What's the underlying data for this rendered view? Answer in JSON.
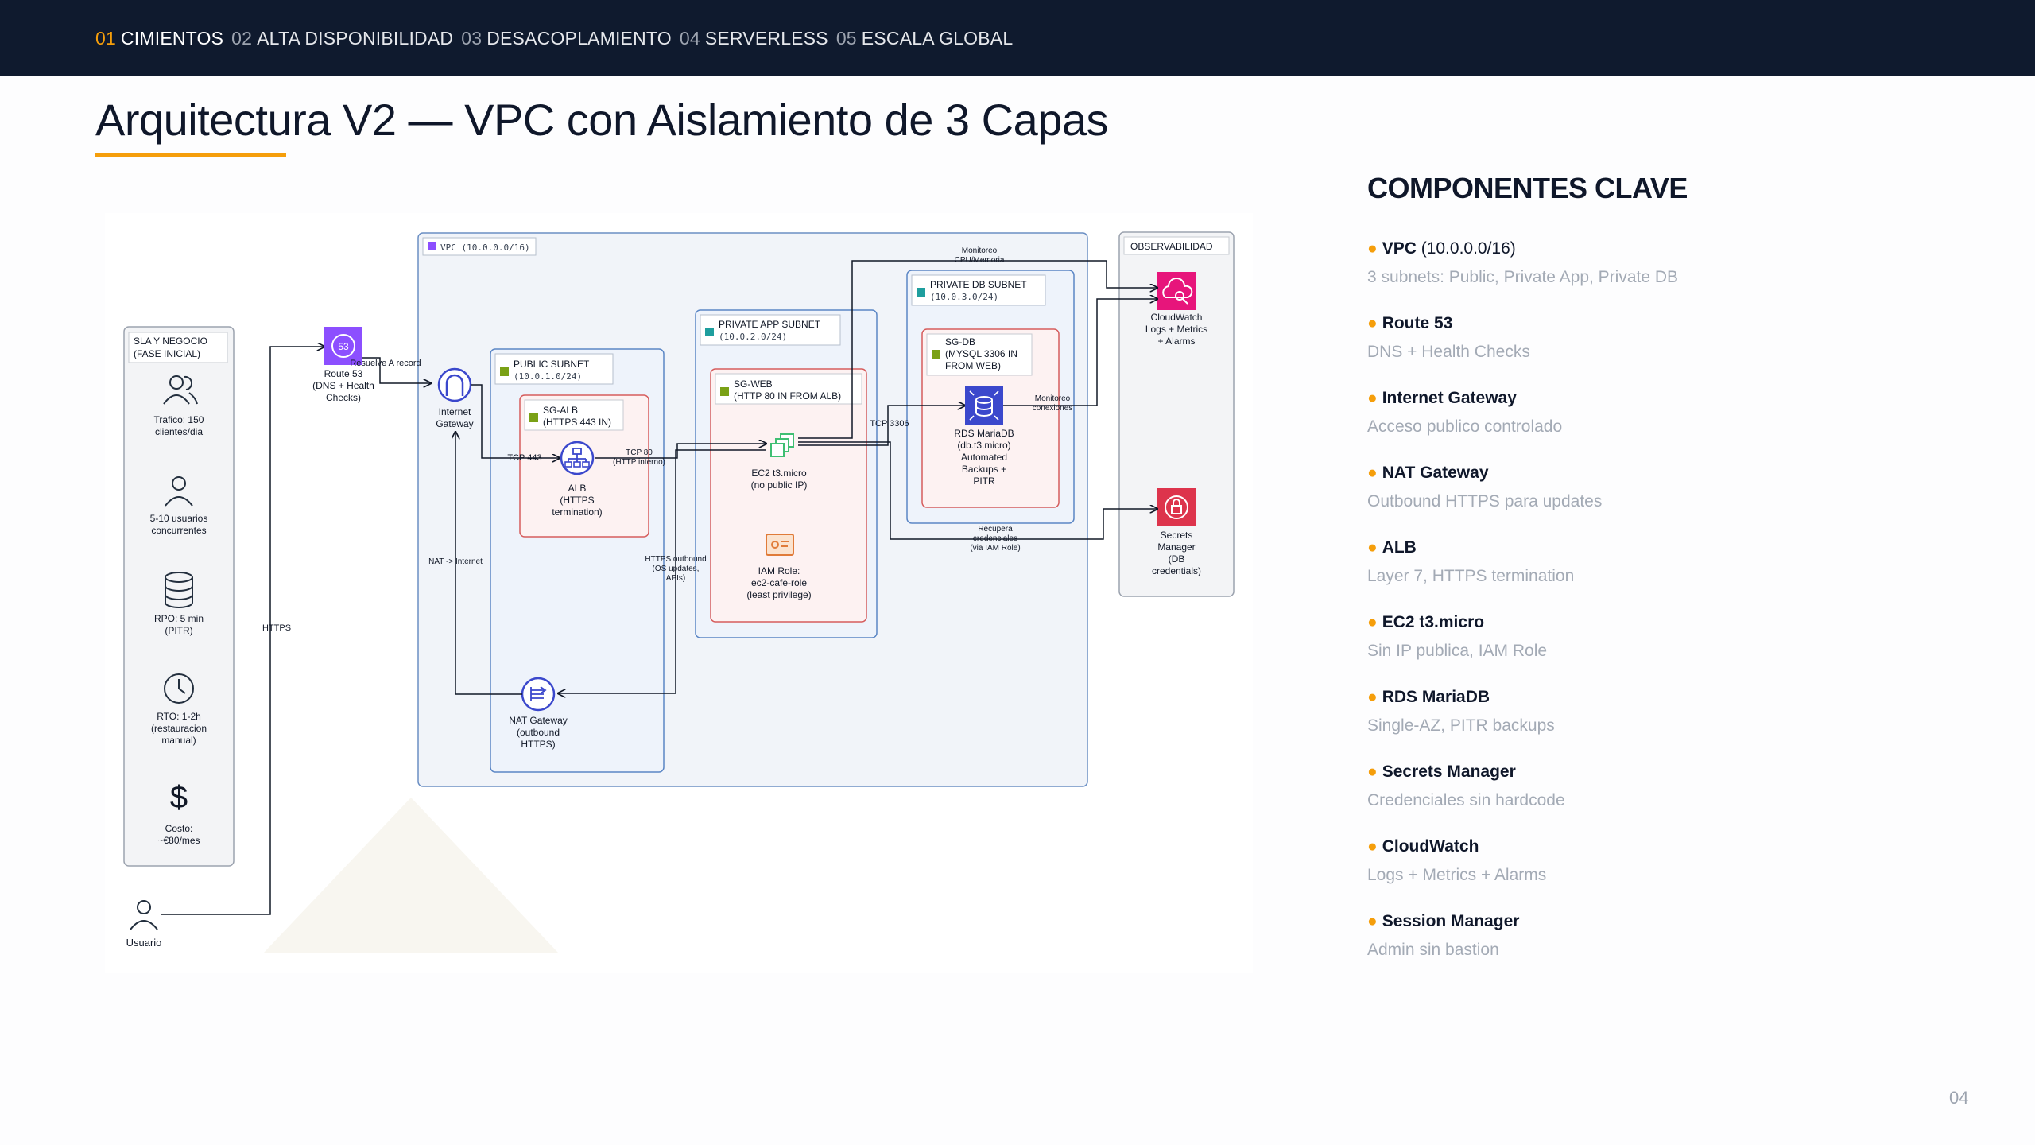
{
  "nav": [
    {
      "num": "01",
      "label": "CIMIENTOS",
      "active": true
    },
    {
      "num": "02",
      "label": "ALTA DISPONIBILIDAD",
      "active": false
    },
    {
      "num": "03",
      "label": "DESACOPLAMIENTO",
      "active": false
    },
    {
      "num": "04",
      "label": "SERVERLESS",
      "active": false
    },
    {
      "num": "05",
      "label": "ESCALA GLOBAL",
      "active": false
    }
  ],
  "title": "Arquitectura V2 — VPC con Aislamiento de 3 Capas",
  "diagram": {
    "sla": {
      "title": [
        "SLA Y NEGOCIO",
        "(FASE INICIAL)"
      ],
      "trafico": [
        "Trafico: 150",
        "clientes/dia"
      ],
      "usuarios": [
        "5-10 usuarios",
        "concurrentes"
      ],
      "rpo": [
        "RPO: 5 min",
        "(PITR)"
      ],
      "rto": [
        "RTO: 1-2h",
        "(restauracion",
        "manual)"
      ],
      "costo": [
        "Costo:",
        "~€80/mes"
      ]
    },
    "usuario": "Usuario",
    "https": "HTTPS",
    "route53": [
      "Route 53",
      "(DNS + Health",
      "Checks)"
    ],
    "resuelve": "Resuelve A record",
    "vpc": "VPC (10.0.0.0/16)",
    "igw": [
      "Internet",
      "Gateway"
    ],
    "nat_internet": "NAT -> Internet",
    "public_subnet": [
      "PUBLIC SUBNET",
      "(10.0.1.0/24)"
    ],
    "sg_alb": [
      "SG-ALB",
      "(HTTPS 443 IN)"
    ],
    "tcp443": "TCP 443",
    "alb": [
      "ALB",
      "(HTTPS",
      "termination)"
    ],
    "tcp80": [
      "TCP 80",
      "(HTTP interno)"
    ],
    "nat": [
      "NAT Gateway",
      "(outbound",
      "HTTPS)"
    ],
    "https_outbound": [
      "HTTPS outbound",
      "(OS updates,",
      "APIs)"
    ],
    "app_subnet": [
      "PRIVATE APP SUBNET",
      "(10.0.2.0/24)"
    ],
    "sg_web": [
      "SG-WEB",
      "(HTTP 80 IN FROM ALB)"
    ],
    "ec2": [
      "EC2 t3.micro",
      "(no public IP)"
    ],
    "iam": [
      "IAM Role:",
      "ec2-cafe-role",
      "(least privilege)"
    ],
    "tcp3306": "TCP 3306",
    "db_subnet": [
      "PRIVATE DB SUBNET",
      "(10.0.3.0/24)"
    ],
    "sg_db": [
      "SG-DB",
      "(MYSQL 3306 IN",
      "FROM WEB)"
    ],
    "rds": [
      "RDS MariaDB",
      "(db.t3.micro)",
      "Automated",
      "Backups +",
      "PITR"
    ],
    "monitoreo_cpu": [
      "Monitoreo",
      "CPU/Memoria"
    ],
    "monitoreo_con": [
      "Monitoreo",
      "conexiones"
    ],
    "recupera": [
      "Recupera",
      "credenciales",
      "(via IAM Role)"
    ],
    "observabilidad": "OBSERVABILIDAD",
    "cloudwatch": [
      "CloudWatch",
      "Logs + Metrics",
      "+ Alarms"
    ],
    "secrets": [
      "Secrets",
      "Manager",
      "(DB",
      "credentials)"
    ]
  },
  "panel": {
    "title": "COMPONENTES CLAVE",
    "items": [
      {
        "name": "VPC",
        "paren": " (10.0.0.0/16)",
        "desc": "3 subnets: Public, Private App, Private DB"
      },
      {
        "name": "Route 53",
        "paren": "",
        "desc": "DNS + Health Checks"
      },
      {
        "name": "Internet Gateway",
        "paren": "",
        "desc": "Acceso publico controlado"
      },
      {
        "name": "NAT Gateway",
        "paren": "",
        "desc": "Outbound HTTPS para updates"
      },
      {
        "name": "ALB",
        "paren": "",
        "desc": "Layer 7, HTTPS termination"
      },
      {
        "name": "EC2 t3.micro",
        "paren": "",
        "desc": "Sin IP publica, IAM Role"
      },
      {
        "name": "RDS MariaDB",
        "paren": "",
        "desc": "Single-AZ, PITR backups"
      },
      {
        "name": "Secrets Manager",
        "paren": "",
        "desc": "Credenciales sin hardcode"
      },
      {
        "name": "CloudWatch",
        "paren": "",
        "desc": "Logs + Metrics + Alarms"
      },
      {
        "name": "Session Manager",
        "paren": "",
        "desc": "Admin sin bastion"
      }
    ]
  },
  "page_number": "04",
  "colors": {
    "accent": "#f59e0b",
    "topbar": "#0f1a2e",
    "route53": "#8c4fff",
    "rds": "#3b48cc",
    "ec2": "#7aa116",
    "cloudwatch": "#e7157b",
    "secrets": "#dd344c"
  }
}
